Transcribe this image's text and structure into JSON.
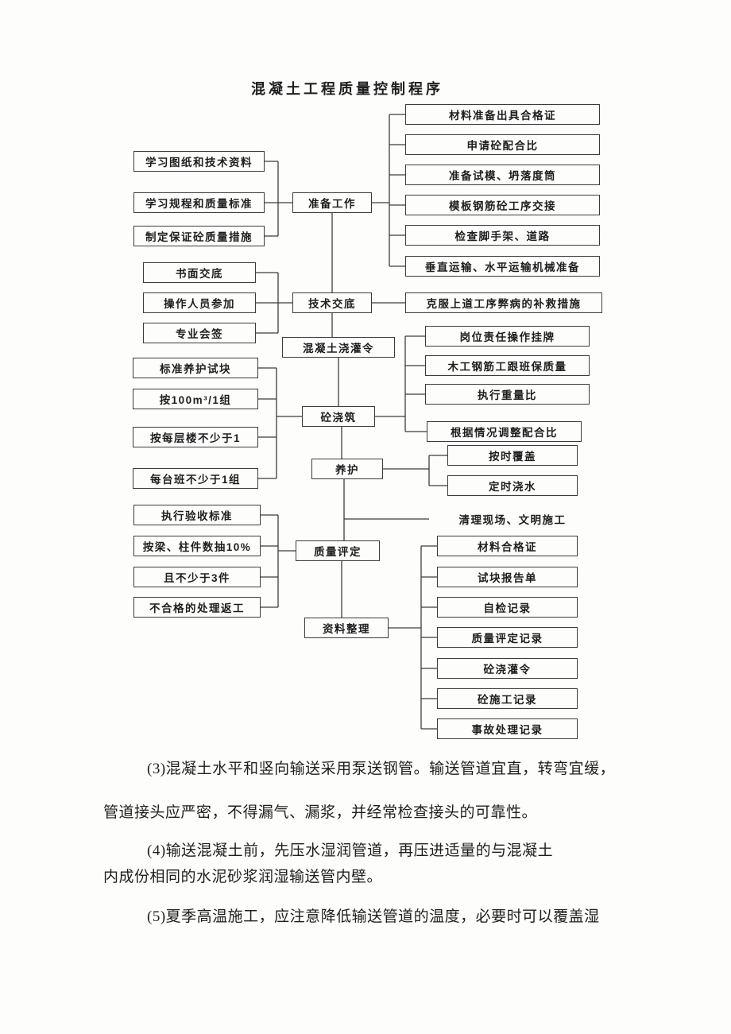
{
  "title": "混凝土工程质量控制程序",
  "flowchart": {
    "nodes": [
      {
        "id": "l1",
        "label": "学习图纸和技术资料"
      },
      {
        "id": "l2",
        "label": "学习规程和质量标准"
      },
      {
        "id": "l3",
        "label": "制定保证砼质量措施"
      },
      {
        "id": "l4",
        "label": "书面交底"
      },
      {
        "id": "l5",
        "label": "操作人员参加"
      },
      {
        "id": "l6",
        "label": "专业会签"
      },
      {
        "id": "l7",
        "label": "标准养护试块"
      },
      {
        "id": "l8",
        "label": "按100m³/1组"
      },
      {
        "id": "l9",
        "label": "按每层楼不少于1"
      },
      {
        "id": "l10",
        "label": "每台班不少于1组"
      },
      {
        "id": "l11",
        "label": "执行验收标准"
      },
      {
        "id": "l12",
        "label": "按梁、柱件数抽10%"
      },
      {
        "id": "l13",
        "label": "且不少于3件"
      },
      {
        "id": "l14",
        "label": "不合格的处理返工"
      },
      {
        "id": "prep",
        "label": "准备工作"
      },
      {
        "id": "tech",
        "label": "技术交底"
      },
      {
        "id": "pourOrder",
        "label": "混凝土浇灌令"
      },
      {
        "id": "pouring",
        "label": "砼浇筑"
      },
      {
        "id": "curing",
        "label": "养护"
      },
      {
        "id": "quality",
        "label": "质量评定"
      },
      {
        "id": "archive",
        "label": "资料整理"
      },
      {
        "id": "r1",
        "label": "材料准备出具合格证"
      },
      {
        "id": "r2",
        "label": "申请砼配合比"
      },
      {
        "id": "r3",
        "label": "准备试模、坍落度筒"
      },
      {
        "id": "r4",
        "label": "模板钢筋砼工序交接"
      },
      {
        "id": "r5",
        "label": "检查脚手架、道路"
      },
      {
        "id": "r6",
        "label": "垂直运输、水平运输机械准备"
      },
      {
        "id": "r7",
        "label": "克服上道工序弊病的补救措施"
      },
      {
        "id": "r8",
        "label": "岗位责任操作挂牌"
      },
      {
        "id": "r9",
        "label": "木工钢筋工跟班保质量"
      },
      {
        "id": "r10",
        "label": "执行重量比"
      },
      {
        "id": "r11",
        "label": "根据情况调整配合比"
      },
      {
        "id": "r12",
        "label": "按时覆盖"
      },
      {
        "id": "r13",
        "label": "定时浇水"
      },
      {
        "id": "r14",
        "label": "清理现场、文明施工"
      },
      {
        "id": "r15",
        "label": "材料合格证"
      },
      {
        "id": "r16",
        "label": "试块报告单"
      },
      {
        "id": "r17",
        "label": "自检记录"
      },
      {
        "id": "r18",
        "label": "质量评定记录"
      },
      {
        "id": "r19",
        "label": "砼浇灌令"
      },
      {
        "id": "r20",
        "label": "砼施工记录"
      },
      {
        "id": "r21",
        "label": "事故处理记录"
      }
    ]
  },
  "paragraphs": [
    {
      "lines": [
        "(3)混凝土水平和竖向输送采用泵送钢管。输送管道宜直，转弯宜缓，",
        "管道接头应严密，不得漏气、漏浆，并经常检查接头的可靠性。"
      ]
    },
    {
      "lines": [
        "(4)输送混凝土前，先压水湿润管道，再压进适量的与混凝土",
        "内成份相同的水泥砂浆润湿输送管内壁。"
      ]
    },
    {
      "lines": [
        "(5)夏季高温施工，应注意降低输送管道的温度，必要时可以覆盖湿"
      ]
    }
  ]
}
